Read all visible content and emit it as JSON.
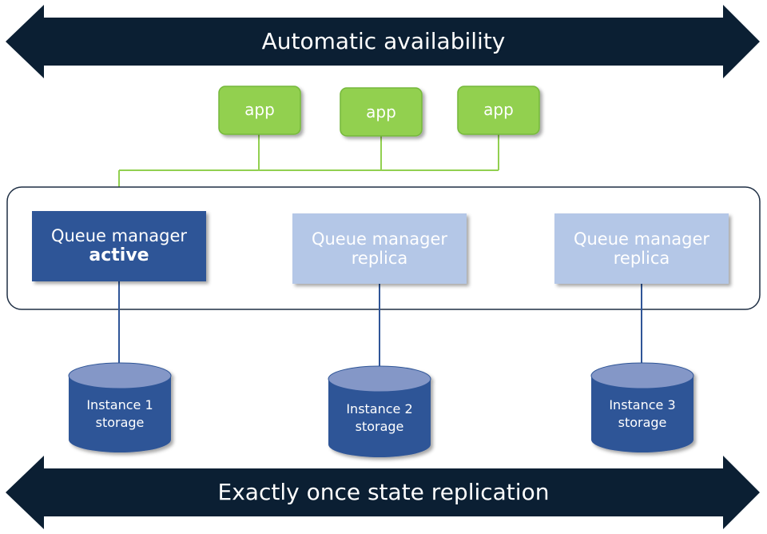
{
  "colors": {
    "arrow": "#0b1f33",
    "app_fill": "#92d050",
    "app_stroke": "#74b83a",
    "connector_green": "#92d050",
    "active_fill": "#2f5597",
    "replica_fill": "#b4c7e7",
    "storage_fill": "#2f5597",
    "storage_top": "#8497c7",
    "container_stroke": "#1f2f44"
  },
  "top_arrow": {
    "label": "Automatic availability"
  },
  "bottom_arrow": {
    "label": "Exactly once state replication"
  },
  "apps": [
    {
      "label": "app"
    },
    {
      "label": "app"
    },
    {
      "label": "app"
    }
  ],
  "queue_managers": [
    {
      "line1": "Queue manager",
      "line2": "active",
      "state": "active"
    },
    {
      "line1": "Queue manager",
      "line2": "replica",
      "state": "replica"
    },
    {
      "line1": "Queue manager",
      "line2": "replica",
      "state": "replica"
    }
  ],
  "storage": [
    {
      "line1": "Instance 1",
      "line2": "storage"
    },
    {
      "line1": "Instance 2",
      "line2": "storage"
    },
    {
      "line1": "Instance 3",
      "line2": "storage"
    }
  ]
}
